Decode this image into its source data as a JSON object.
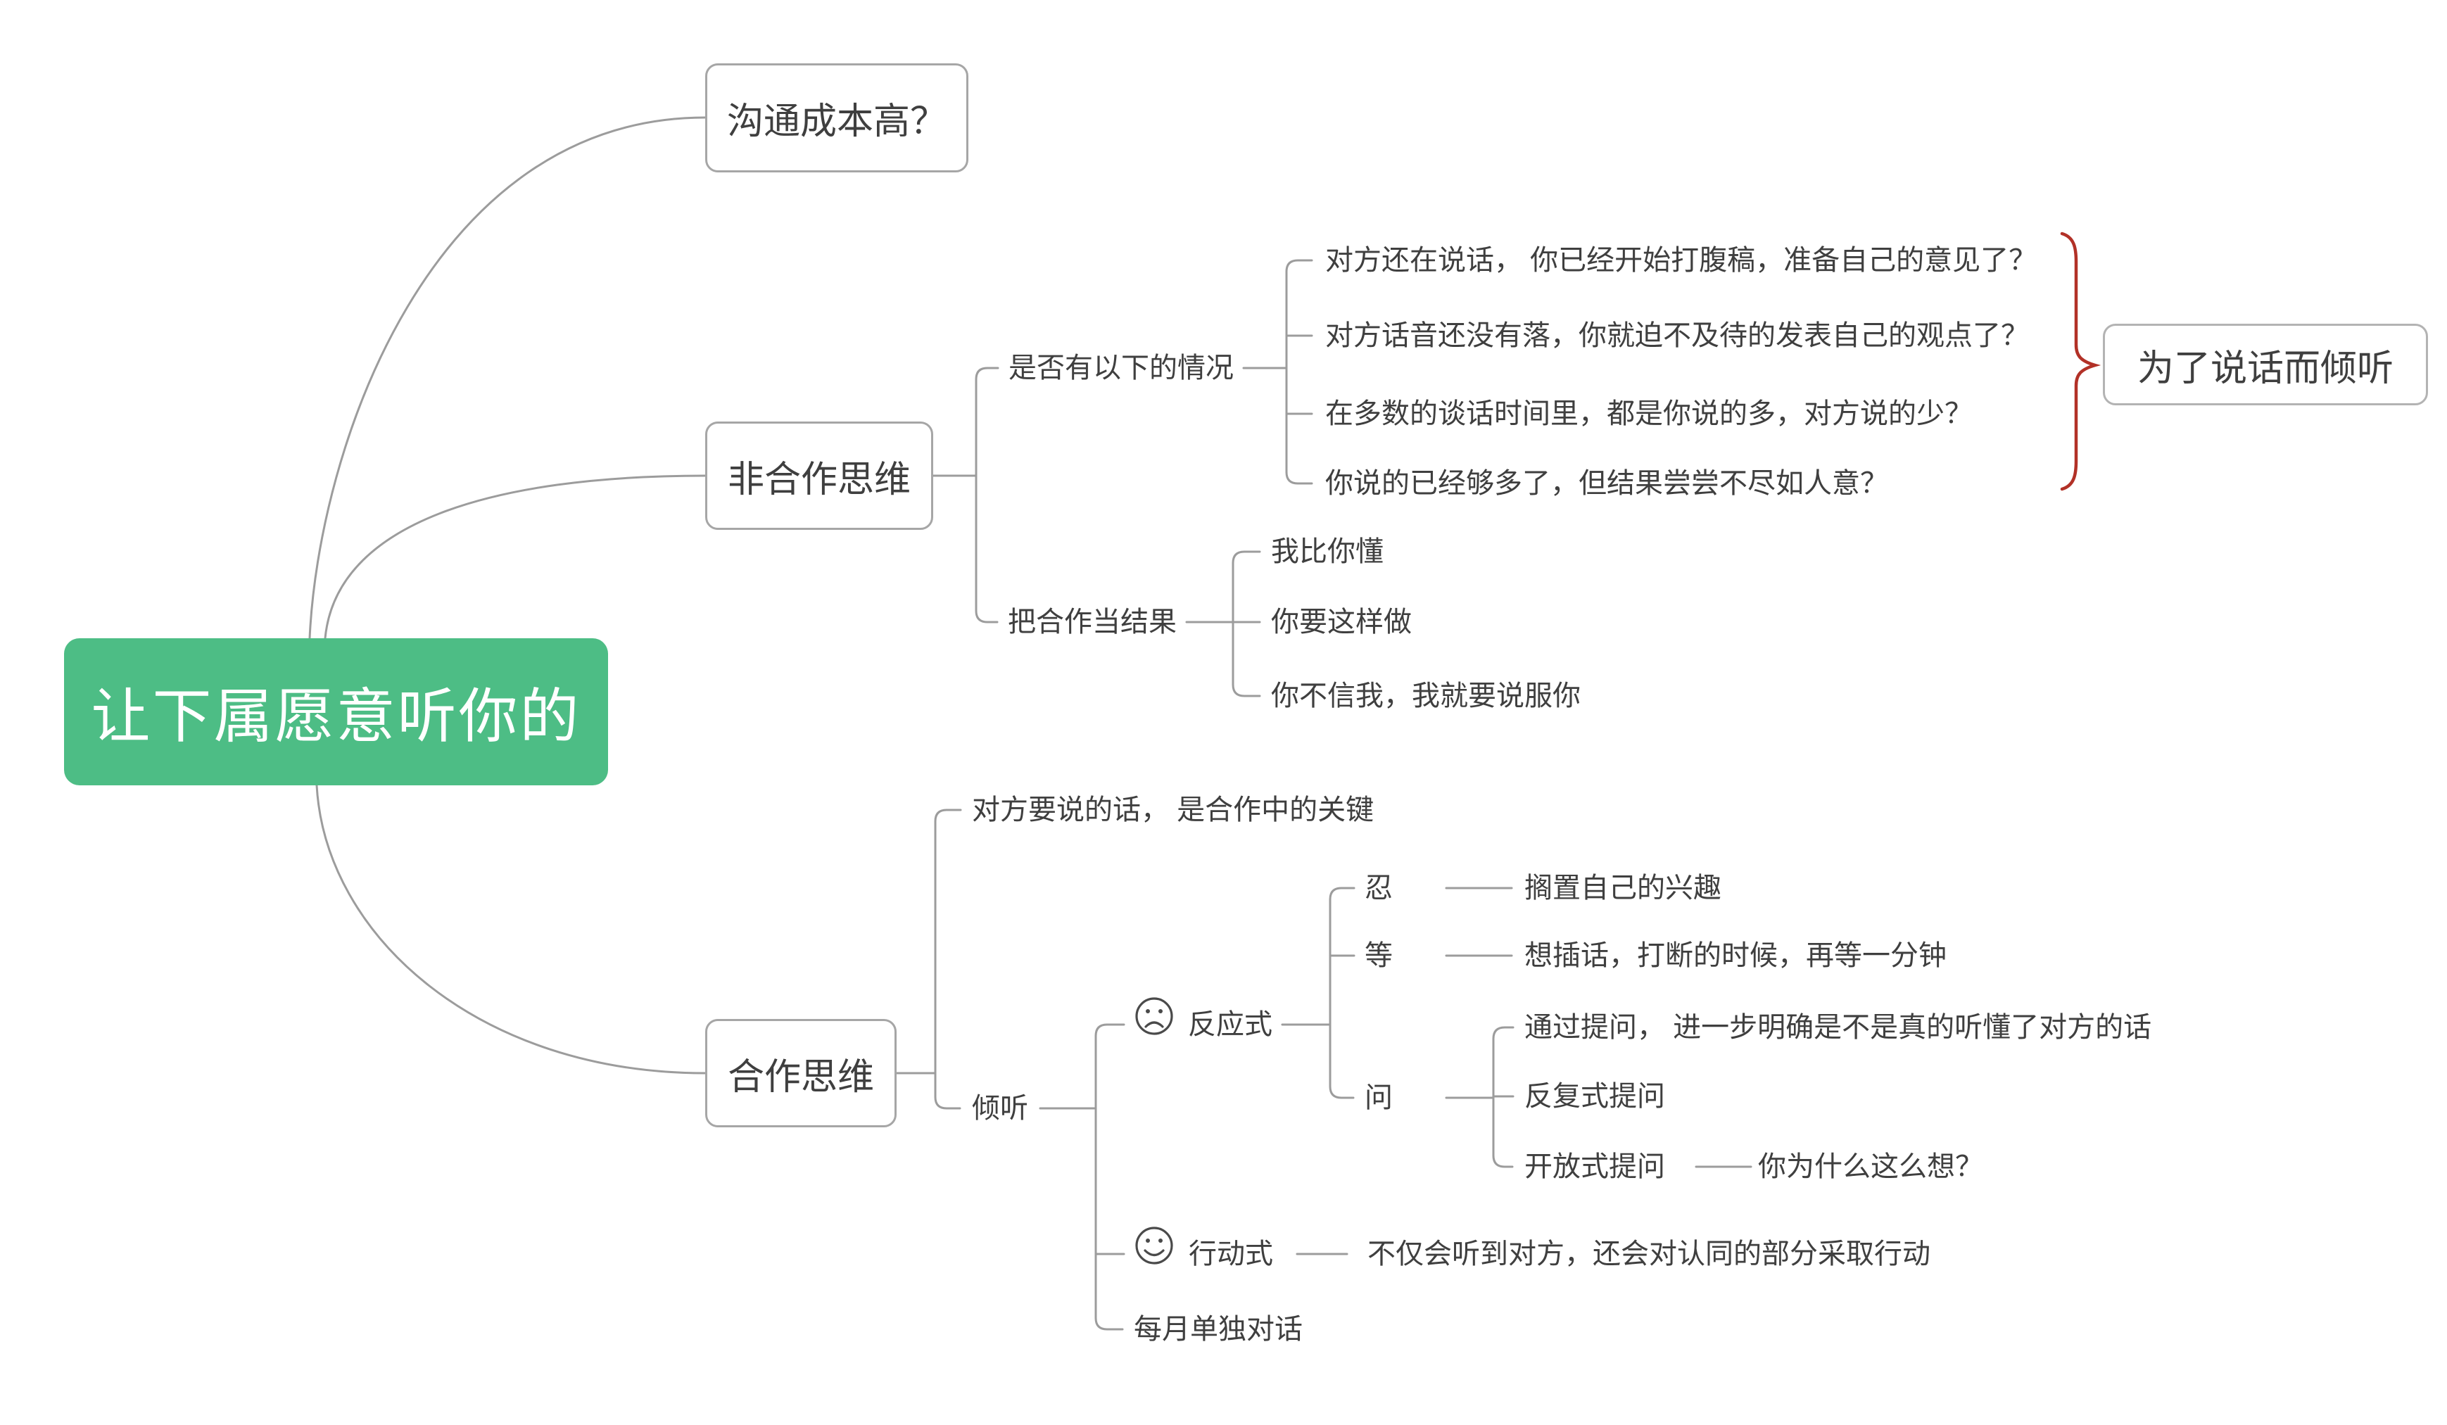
{
  "diagram": {
    "type": "mindmap",
    "background": "#ffffff",
    "colors": {
      "root_fill": "#4dbd85",
      "root_text": "#ffffff",
      "topic_text": "#3f3f3f",
      "box_border": "#a6a6a6",
      "callout_border": "#b3b3b3",
      "connector_line": "#9c9c9c",
      "brace": "#b23127"
    }
  },
  "root": {
    "label": "让下属愿意听你的"
  },
  "branches": {
    "communication_cost": {
      "label": "沟通成本高？"
    },
    "non_cooperative": {
      "label": "非合作思维",
      "situations": {
        "label": "是否有以下的情况",
        "items": [
          "对方还在说话， 你已经开始打腹稿，准备自己的意见了？",
          "对方话音还没有落，你就迫不及待的发表自己的观点了？",
          "在多数的谈话时间里，都是你说的多，对方说的少？",
          "你说的已经够多了，但结果尝尝不尽如人意？"
        ],
        "callout": {
          "label": "为了说话而倾听"
        }
      },
      "cooperation_as_result": {
        "label": "把合作当结果",
        "items": [
          "我比你懂",
          "你要这样做",
          "你不信我，我就要说服你"
        ]
      }
    },
    "cooperative": {
      "label": "合作思维",
      "key_point": {
        "label": "对方要说的话， 是合作中的关键"
      },
      "listening": {
        "label": "倾听",
        "reactive": {
          "label": "反应式",
          "icon": "sad-face-icon",
          "endure": {
            "label": "忍",
            "note": "搁置自己的兴趣"
          },
          "wait": {
            "label": "等",
            "note": "想插话，打断的时候，再等一分钟"
          },
          "ask": {
            "label": "问",
            "items": [
              "通过提问， 进一步明确是不是真的听懂了对方的话",
              "反复式提问",
              "开放式提问"
            ],
            "example": "你为什么这么想？"
          }
        },
        "active": {
          "label": "行动式",
          "icon": "happy-face-icon",
          "note": "不仅会听到对方，还会对认同的部分采取行动"
        },
        "monthly": {
          "label": "每月单独对话"
        }
      }
    }
  }
}
